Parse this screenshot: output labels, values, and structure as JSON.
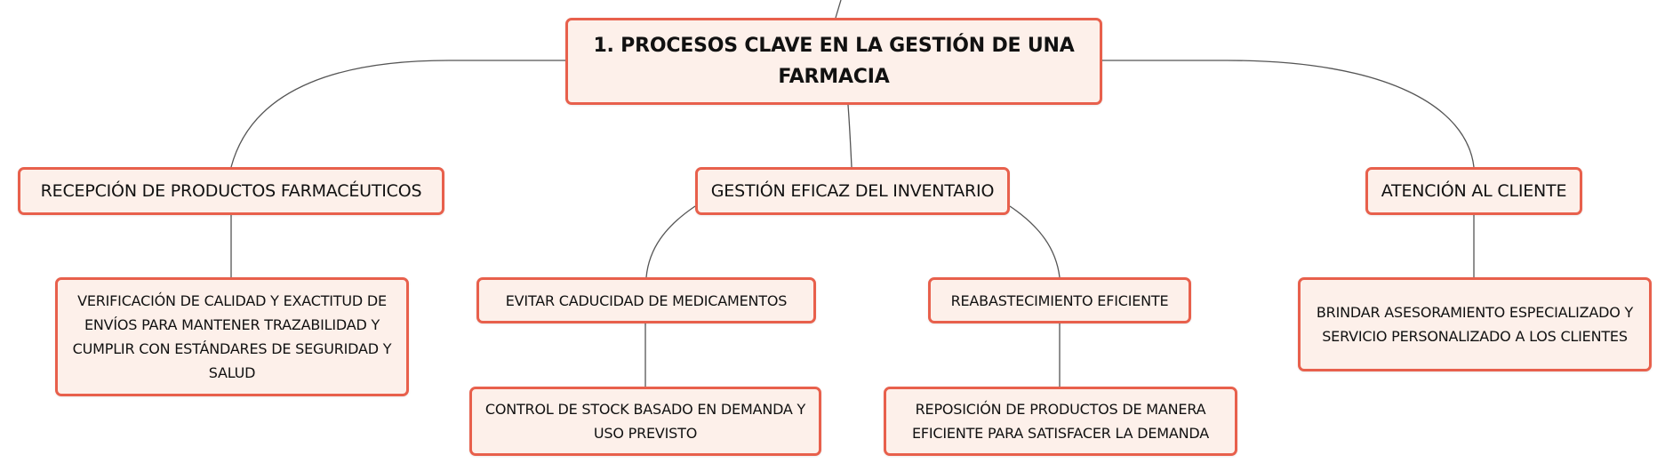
{
  "mindmap": {
    "central": {
      "label": "1. PROCESOS CLAVE EN LA GESTIÓN DE UNA FARMACIA"
    },
    "branches": [
      {
        "label": "RECEPCIÓN DE PRODUCTOS FARMACÉUTICOS",
        "children": [
          {
            "label": "VERIFICACIÓN DE CALIDAD Y EXACTITUD DE ENVÍOS PARA MANTENER TRAZABILIDAD Y CUMPLIR CON ESTÁNDARES DE SEGURIDAD Y SALUD"
          }
        ]
      },
      {
        "label": "GESTIÓN EFICAZ DEL INVENTARIO",
        "children": [
          {
            "label": "EVITAR CADUCIDAD DE MEDICAMENTOS",
            "children": [
              {
                "label": "CONTROL DE STOCK BASADO EN DEMANDA Y USO PREVISTO"
              }
            ]
          },
          {
            "label": "REABASTECIMIENTO EFICIENTE",
            "children": [
              {
                "label": "REPOSICIÓN DE PRODUCTOS DE MANERA EFICIENTE PARA SATISFACER LA DEMANDA"
              }
            ]
          }
        ]
      },
      {
        "label": "ATENCIÓN AL CLIENTE",
        "children": [
          {
            "label": "BRINDAR ASESORAMIENTO ESPECIALIZADO Y SERVICIO PERSONALIZADO A LOS CLIENTES"
          }
        ]
      }
    ]
  },
  "colors": {
    "node_border": "#e8604c",
    "node_fill": "#fdf0ea",
    "connector": "#555555",
    "text": "#111111"
  }
}
